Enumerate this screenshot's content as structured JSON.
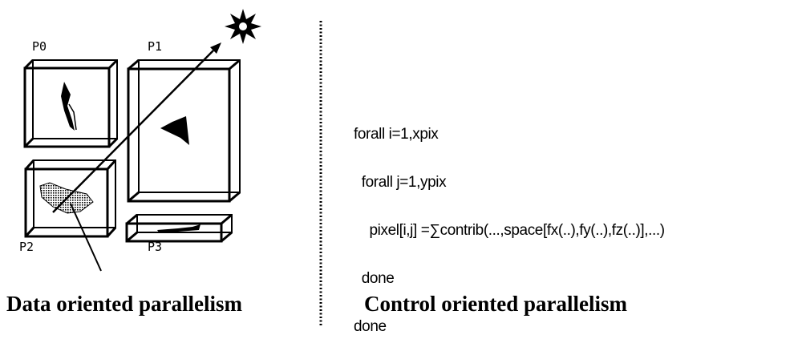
{
  "left_panel": {
    "processors": [
      "P0",
      "P1",
      "P2",
      "P3"
    ],
    "caption": "Data oriented parallelism"
  },
  "right_panel": {
    "code_lines": [
      "forall i=1,xpix",
      "  forall j=1,ypix",
      "    pixel[i,j] =∑contrib(...,space[fx(..),fy(..),fz(..)],...)",
      "  done",
      "done"
    ],
    "caption": "Control oriented parallelism"
  },
  "icons": {
    "light_source": "star-burst-icon"
  }
}
